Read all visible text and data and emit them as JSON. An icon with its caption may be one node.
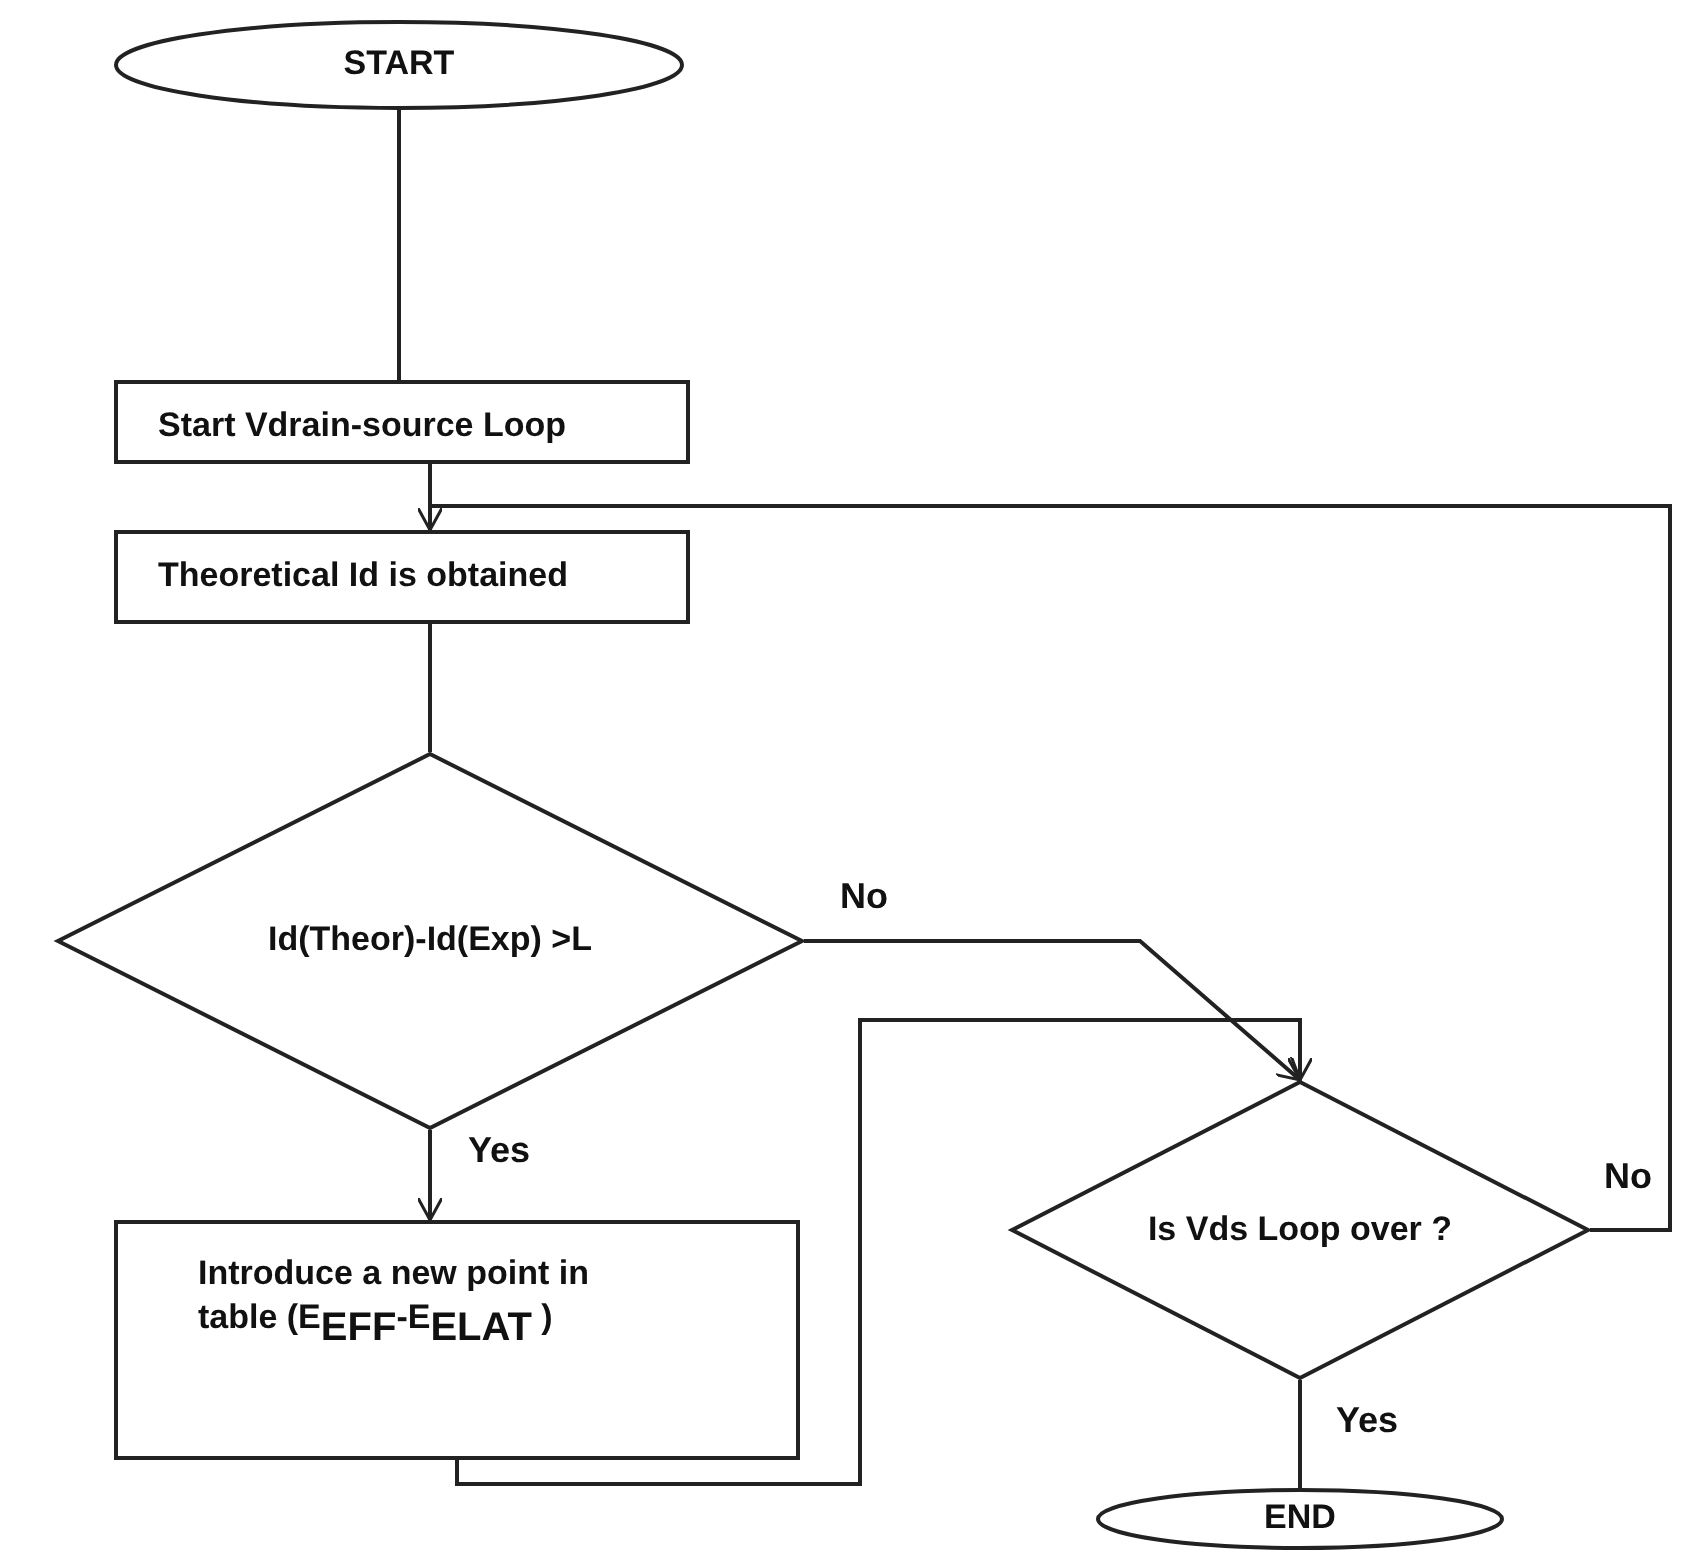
{
  "diagram": {
    "nodes": [
      {
        "text": [
          "START"
        ]
      },
      {
        "text": [
          "Start Vdrain-source Loop"
        ]
      },
      {
        "text": [
          "Theoretical Id is obtained"
        ]
      },
      {
        "text": [
          "Id(Theor)-Id(Exp) >L"
        ]
      },
      {
        "text": [
          "Introduce a new point in table (E$_{EFF}$-E$_{ELAT}$ )"
        ]
      },
      {
        "text": [
          "Is Vds Loop over ?"
        ]
      },
      {
        "text": [
          "END"
        ]
      }
    ],
    "edges": [
      {
        "from": 0,
        "to": 1,
        "arrow": "none"
      },
      {
        "from": 1,
        "to": 2,
        "arrow": "none"
      },
      {
        "from": 2,
        "to": 3,
        "arrow": "none"
      },
      {
        "from": 3,
        "to": 5,
        "arrow": "to",
        "label": "No"
      },
      {
        "from": 3,
        "to": 4,
        "arrow": "to",
        "label": "Yes"
      },
      {
        "from": 4,
        "to": 5,
        "arrow": "to"
      },
      {
        "from": 5,
        "to": 6,
        "arrow": "none",
        "label": "Yes"
      },
      {
        "from": 5,
        "to": 2,
        "arrow": "to",
        "label": "No"
      }
    ]
  }
}
